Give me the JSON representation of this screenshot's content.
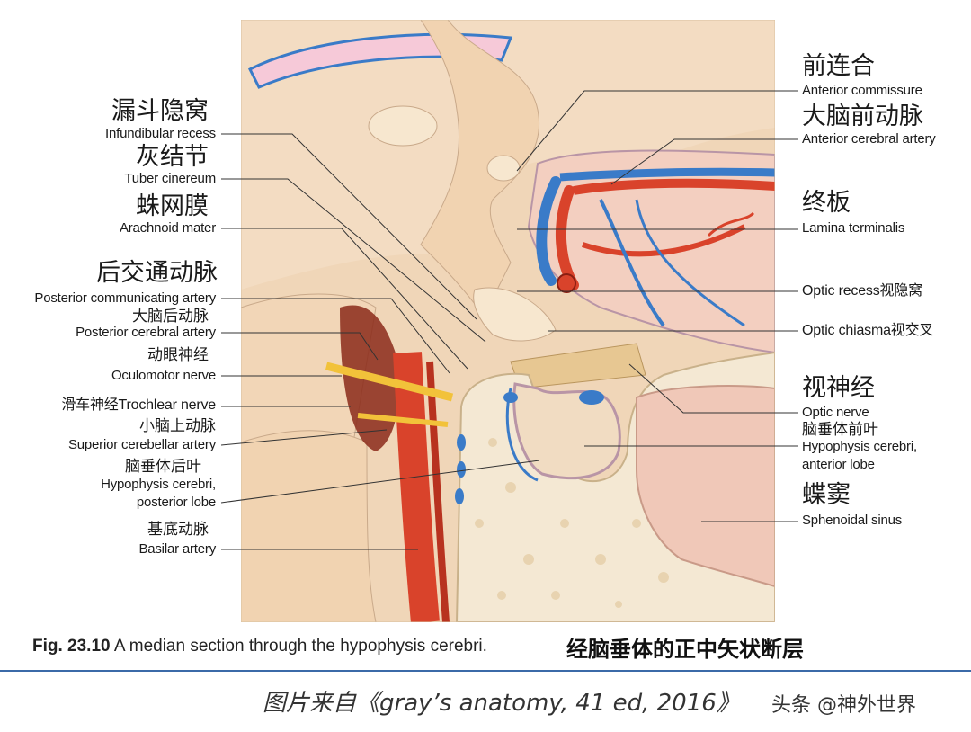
{
  "labels_left": [
    {
      "zh": "漏斗隐窝",
      "en": "Infundibular recess"
    },
    {
      "zh": "灰结节",
      "en": "Tuber cinereum"
    },
    {
      "zh": "蛛网膜",
      "en": "Arachnoid mater"
    },
    {
      "zh": "后交通动脉",
      "en": "Posterior communicating artery"
    },
    {
      "zh": "大脑后动脉",
      "en": "Posterior cerebral artery"
    },
    {
      "zh": "动眼神经",
      "en": "Oculomotor nerve"
    },
    {
      "zh": "",
      "en": "滑车神经Trochlear nerve"
    },
    {
      "zh": "小脑上动脉",
      "en": "Superior cerebellar artery"
    },
    {
      "zh": "脑垂体后叶",
      "en": "Hypophysis cerebri,",
      "en2": "posterior lobe"
    },
    {
      "zh": "基底动脉",
      "en": "Basilar artery"
    }
  ],
  "labels_right": [
    {
      "zh": "前连合",
      "en": "Anterior commissure"
    },
    {
      "zh": "大脑前动脉",
      "en": "Anterior cerebral artery"
    },
    {
      "zh": "终板",
      "en": "Lamina terminalis"
    },
    {
      "zh": "",
      "en": "Optic recess视隐窝"
    },
    {
      "zh": "",
      "en": "Optic chiasma视交叉"
    },
    {
      "zh": "视神经",
      "en": "Optic nerve"
    },
    {
      "zh": "脑垂体前叶",
      "en": "Hypophysis cerebri,",
      "en2": "anterior lobe"
    },
    {
      "zh": "蝶窦",
      "en": "Sphenoidal sinus"
    }
  ],
  "caption": {
    "fig": "Fig. 23.10",
    "text": " A median section through the hypophysis cerebri.",
    "zh": "经脑垂体的正中矢状断层"
  },
  "source": "图片来自《gray’s anatomy, 41 ed, 2016》",
  "watermark": "头条 @神外世界",
  "colors": {
    "brain": "#f2d9bd",
    "artery": "#d9432b",
    "vein_blue": "#3a7bc8",
    "bone": "#f4e8d3",
    "rule": "#3b6aa8"
  }
}
